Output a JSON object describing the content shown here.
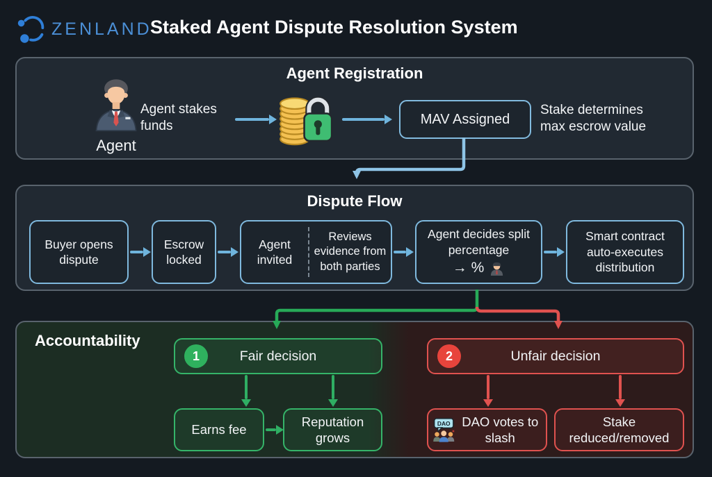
{
  "header": {
    "brand": "ZENLAND",
    "title": "Staked Agent Dispute Resolution System"
  },
  "registration": {
    "title": "Agent Registration",
    "agent_label": "Agent",
    "stake_action": "Agent stakes funds",
    "mav_box_label": "MAV Assigned",
    "stake_note": "Stake determines max escrow value"
  },
  "dispute_flow": {
    "title": "Dispute Flow",
    "steps": {
      "buyer_opens": "Buyer opens dispute",
      "escrow_locked": "Escrow locked",
      "agent_invited": "Agent invited",
      "reviews_evidence": "Reviews evidence from both parties",
      "agent_decides": "Agent decides split percentage",
      "split_symbols": "→ %",
      "smart_contract": "Smart contract auto-executes distribution"
    }
  },
  "accountability": {
    "title": "Accountability",
    "fair": {
      "badge": "1",
      "label": "Fair decision",
      "outcome_fee": "Earns fee",
      "outcome_reputation": "Reputation grows"
    },
    "unfair": {
      "badge": "2",
      "label": "Unfair decision",
      "dao_bubble": "DAO",
      "outcome_dao": "DAO votes to slash",
      "outcome_stake": "Stake reduced/removed"
    }
  },
  "colors": {
    "accent_blue": "#6fb4dd",
    "brand_blue": "#4b8fd6",
    "green": "#2fae63",
    "red": "#e0524f",
    "panel_bg": "#212932",
    "page_bg": "#141a21"
  }
}
